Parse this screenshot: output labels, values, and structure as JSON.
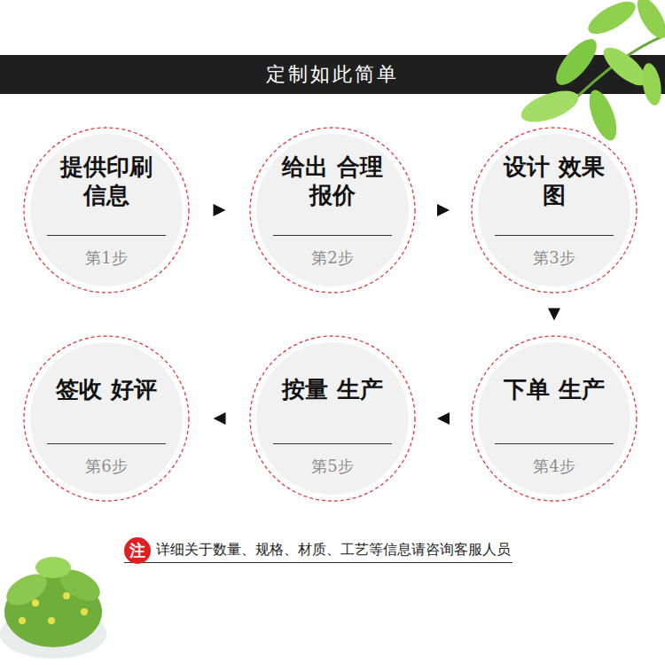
{
  "diagram": {
    "title": "定制如此简单",
    "nodes": [
      {
        "text": [
          "提供印刷 信息",
          "第1步"
        ]
      },
      {
        "text": [
          "给出 合理报价",
          "第2步"
        ]
      },
      {
        "text": [
          "设计 效果图",
          "第3步"
        ]
      },
      {
        "text": [
          "下单 生产",
          "第4步"
        ]
      },
      {
        "text": [
          "按量 生产",
          "第5步"
        ]
      },
      {
        "text": [
          "签收 好评",
          "第6步"
        ]
      }
    ],
    "edges": [
      {
        "from": 0,
        "to": 1,
        "arrow": "to"
      },
      {
        "from": 1,
        "to": 2,
        "arrow": "to"
      },
      {
        "from": 2,
        "to": 3,
        "arrow": "to"
      },
      {
        "from": 3,
        "to": 4,
        "arrow": "to"
      },
      {
        "from": 4,
        "to": 5,
        "arrow": "to"
      }
    ],
    "labels": [
      "注",
      "详细关于数量、规格、材质、工艺等信息请咨询客服人员"
    ]
  }
}
